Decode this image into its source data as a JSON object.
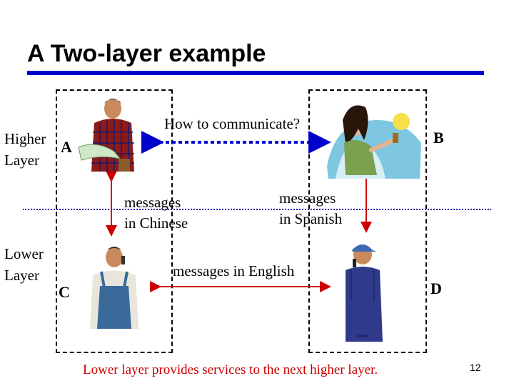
{
  "title": "A Two-layer example",
  "layers": {
    "higher": [
      "Higher",
      "Layer"
    ],
    "lower": [
      "Lower",
      "Layer"
    ]
  },
  "nodes": {
    "a": "A",
    "b": "B",
    "c": "C",
    "d": "D"
  },
  "top_link": "How to communicate?",
  "messages_left": [
    "messages",
    "in Chinese"
  ],
  "messages_right": [
    "messages",
    "in Spanish"
  ],
  "bottom_link": "messages in English",
  "footer": "Lower layer provides services to the next higher layer.",
  "page_number": "12",
  "colors": {
    "title_rule": "#0000cc",
    "top_arrow": "#0000cc",
    "red_arrows": "#cc0000",
    "footer_text": "#cc0000"
  },
  "figures": [
    "man-reading-map",
    "woman-with-drink",
    "man-on-phone-overalls",
    "man-on-phone-cap"
  ]
}
